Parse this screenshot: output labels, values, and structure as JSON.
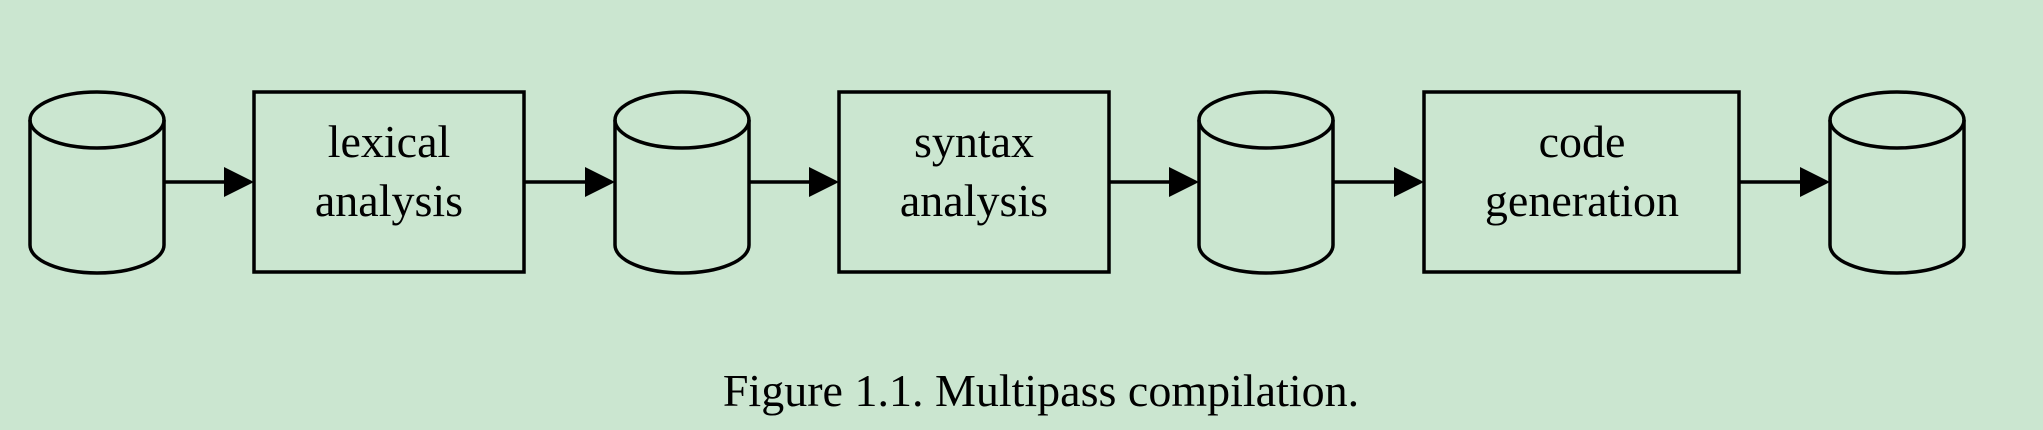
{
  "diagram": {
    "stages": [
      {
        "id": "lexical",
        "lines": [
          "lexical",
          "analysis"
        ]
      },
      {
        "id": "syntax",
        "lines": [
          "syntax",
          "analysis"
        ]
      },
      {
        "id": "codegen",
        "lines": [
          "code",
          "generation"
        ]
      }
    ],
    "caption": "Figure 1.1. Multipass compilation."
  },
  "colors": {
    "background": "#cbe6d0",
    "stroke": "#000000"
  }
}
